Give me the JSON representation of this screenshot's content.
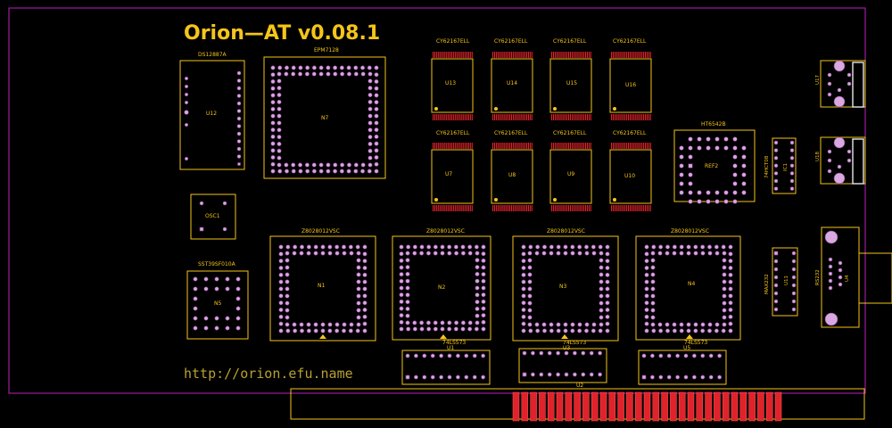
{
  "board": {
    "title": "Orion—AT v0.08.1",
    "url": "http://orion.efu.name"
  },
  "parts": {
    "ds": "DS12887A",
    "u12": "U12",
    "epm": "EPM7128",
    "n7": "N7",
    "osc": "OSC1",
    "sst": "SST39SF010A",
    "n5": "N5",
    "sram_type": "CY62167ELL",
    "sram_top": [
      "U13",
      "U14",
      "U15",
      "U16"
    ],
    "sram_bot": [
      "U7",
      "U8",
      "U9",
      "U10"
    ],
    "ht": "HT6542B",
    "ref": "REF2",
    "ic1_type": "74HCT08",
    "ic1": "IC1",
    "u17": "U17",
    "u18": "U18",
    "z80_type": "Z8028012VSC",
    "z80": [
      "N1",
      "N2",
      "N3",
      "N4"
    ],
    "max_type": "MAX232",
    "u11": "U11",
    "rs_type": "RS232",
    "u4": "U4",
    "ls_type": "74LS573",
    "ls": [
      "U1",
      "U3",
      "U5"
    ],
    "u2": "U2"
  },
  "colors": {
    "silkscreen": "#f5c518",
    "board_edge": "#c020c0",
    "pads": "#d9a8e0",
    "copper": "#e0222a",
    "background": "#000000"
  }
}
